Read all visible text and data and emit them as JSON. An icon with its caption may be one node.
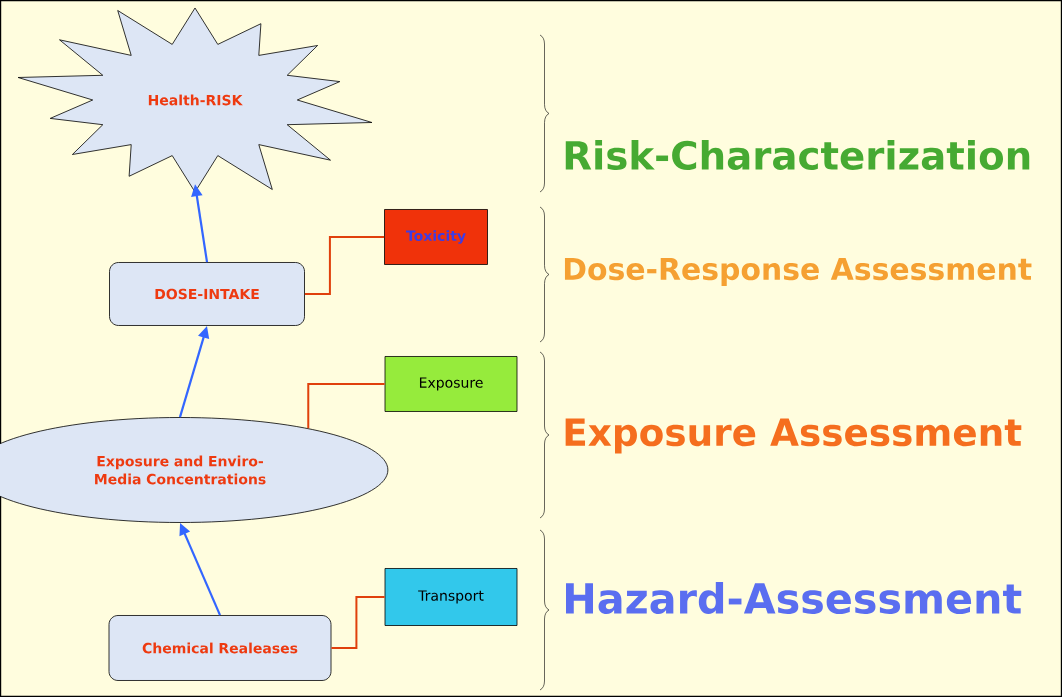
{
  "diagram": {
    "nodes": [
      {
        "text": [
          "Health-RISK"
        ]
      },
      {
        "text": [
          "DOSE-INTAKE"
        ]
      },
      {
        "text": [
          "Toxicity"
        ]
      },
      {
        "text": [
          "Exposure"
        ]
      },
      {
        "text": [
          "Exposure and Enviro-Media Concentrations"
        ]
      },
      {
        "text": [
          "Transport"
        ]
      },
      {
        "text": [
          "Chemical Realeases"
        ]
      }
    ],
    "edges": [
      {
        "from": 6,
        "to": 4,
        "arrow": "to",
        "color": "#3366ff"
      },
      {
        "from": 4,
        "to": 1,
        "arrow": "to",
        "color": "#3366ff"
      },
      {
        "from": 1,
        "to": 0,
        "arrow": "to",
        "color": "#3366ff"
      },
      {
        "from": 1,
        "to": 2,
        "arrow": "none",
        "color": "#e0400c"
      },
      {
        "from": 4,
        "to": 3,
        "arrow": "none",
        "color": "#e0400c"
      },
      {
        "from": 6,
        "to": 5,
        "arrow": "none",
        "color": "#e0400c"
      }
    ],
    "labels": [
      "Risk-Characterization",
      "Dose-Response Assessment",
      "Exposure Assessment",
      "Hazard-Assessment"
    ]
  }
}
